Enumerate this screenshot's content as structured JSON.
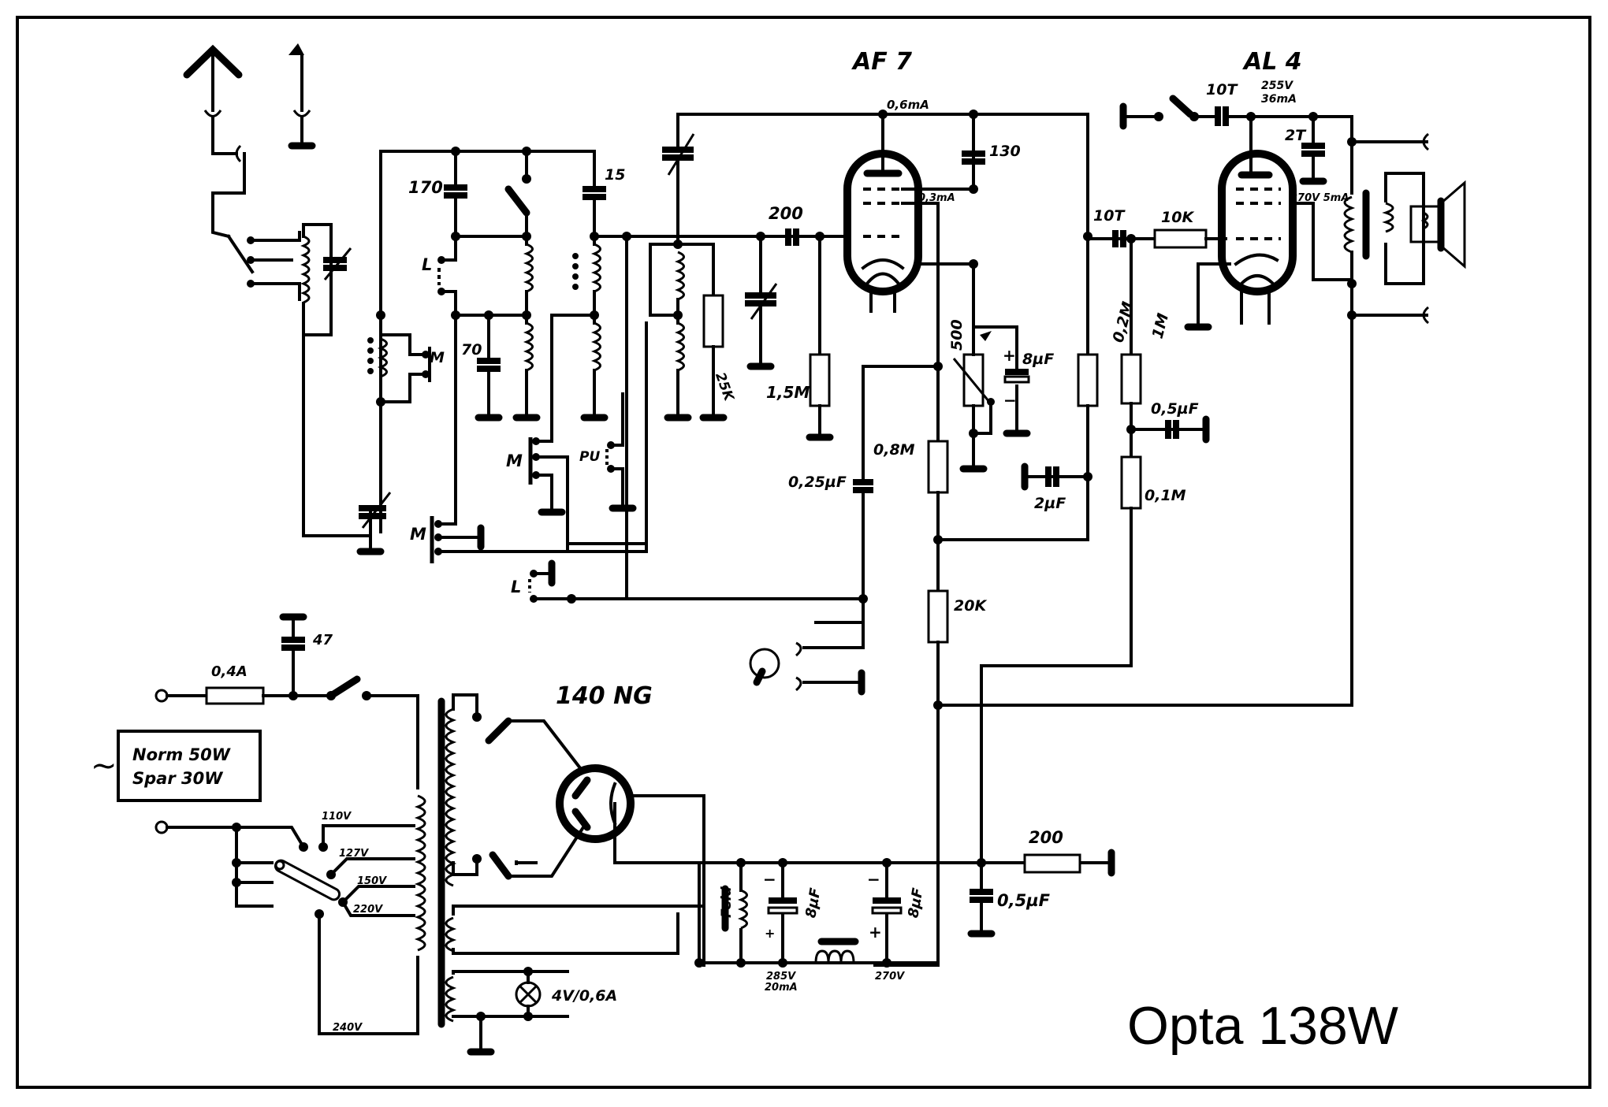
{
  "schematic": {
    "title": "Opta 138W",
    "tubes": {
      "rf_audio": "AF 7",
      "output": "AL 4",
      "rectifier": "140 NG"
    },
    "labels": {
      "af7_anode_current": "0,6mA",
      "af7_screen_current": "0,3mA",
      "al4_anode": "255V",
      "al4_anode_current": "36mA",
      "al4_screen": "270V 5mA",
      "c_130": "130",
      "c_10T_top": "10T",
      "c_2T": "2T",
      "c_170": "170",
      "c_15": "15",
      "c_70": "70",
      "c_200_grid": "200",
      "r_25K": "25K",
      "r_1_5M": "1,5M",
      "pot_500": "500",
      "c_8uF_cathode": "8µF",
      "r_0_2M": "0,2M",
      "c_10T_coupling": "10T",
      "r_10K": "10K",
      "r_1M": "1M",
      "c_0_5uF_audio": "0,5µF",
      "r_0_1M": "0,1M",
      "c_2uF": "2µF",
      "r_0_8M": "0,8M",
      "c_0_25uF": "0,25µF",
      "r_20K": "20K",
      "switch_L_top": "L",
      "switch_M_left": "M",
      "switch_M_mid": "M",
      "switch_M_bottom": "M",
      "switch_PU": "PU",
      "switch_L_bottom": "L",
      "fuse": "0,4A",
      "c_47": "47",
      "power_box_line1": "Norm 50W",
      "power_box_line2": "Spar 30W",
      "ac_symbol": "~",
      "tap_110": "110V",
      "tap_127": "127V",
      "tap_150": "150V",
      "tap_220": "220V",
      "tap_240": "240V",
      "pilot_lamp": "4V/0,6A",
      "field_coil": "Feld",
      "c_8uF_filter1": "8µF",
      "c_8uF_filter2": "8µF",
      "v_285": "285V",
      "i_20mA": "20mA",
      "v_270": "270V",
      "r_200_bias": "200",
      "c_0_5uF_bias": "0,5µF",
      "plus": "+",
      "minus": "−"
    }
  }
}
